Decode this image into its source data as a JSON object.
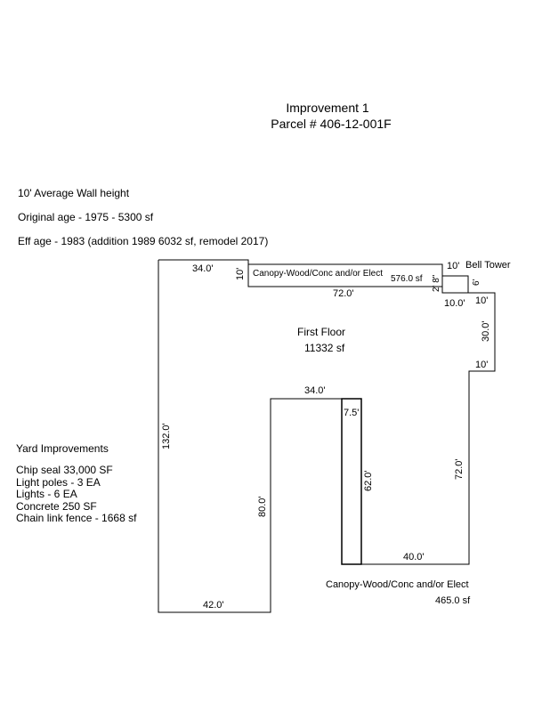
{
  "header": {
    "title": "Improvement 1",
    "parcel": "Parcel # 406-12-001F"
  },
  "notes": {
    "wall_height": "10' Average Wall height",
    "original_age": "Original age - 1975 - 5300 sf",
    "eff_age": "Eff age - 1983 (addition 1989 6032 sf, remodel 2017)"
  },
  "yard": {
    "heading": "Yard Improvements",
    "items": [
      "Chip seal 33,000 SF",
      "Light poles - 3 EA",
      "Lights - 6 EA",
      "Concrete 250 SF",
      "Chain link fence - 1668 sf"
    ]
  },
  "sketch": {
    "first_floor": {
      "label": "First Floor",
      "area": "11332 sf"
    },
    "canopy_top": {
      "label": "Canopy-Wood/Conc and/or Elect",
      "area": "576.0 sf"
    },
    "canopy_bottom": {
      "label": "Canopy-Wood/Conc and/or Elect",
      "area": "465.0 sf"
    },
    "bell_tower": {
      "label": "Bell Tower"
    },
    "dimensions": {
      "top_left": "34.0'",
      "canopy_left": "10'",
      "canopy_bottom": "72.0'",
      "canopy_right": "2' 8\"",
      "bell_top": "10'",
      "bell_right": "6'",
      "bell_bottom": "10.0'",
      "east_top": "10'",
      "east_side": "30.0'",
      "east_bottom": "10'",
      "right_side": "72.0'",
      "inner_top": "34.0'",
      "inner_small": "7.5'",
      "inner_canopy": "62.0'",
      "inner_bottom": "40.0'",
      "inner_left": "80.0'",
      "bottom": "42.0'",
      "left": "132.0'"
    }
  }
}
